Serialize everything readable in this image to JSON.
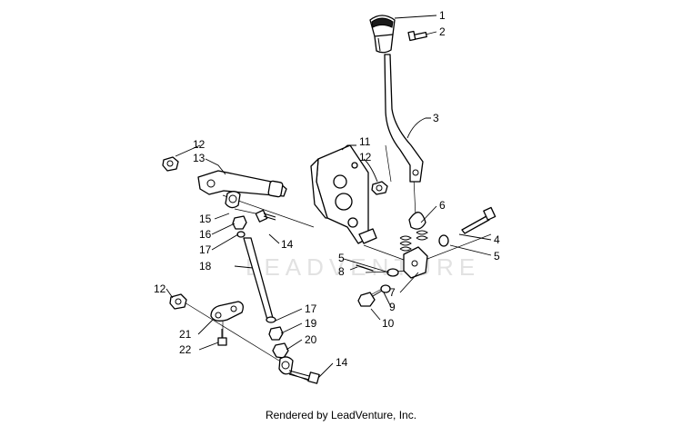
{
  "watermark": "LEADVENTURE",
  "footer": "Rendered by LeadVenture, Inc.",
  "callouts": {
    "c1": "1",
    "c2": "2",
    "c3": "3",
    "c4": "4",
    "c5a": "5",
    "c5b": "5",
    "c6": "6",
    "c7": "7",
    "c8": "8",
    "c9": "9",
    "c10": "10",
    "c11": "11",
    "c12a": "12",
    "c12b": "12",
    "c12c": "12",
    "c13": "13",
    "c14a": "14",
    "c14b": "14",
    "c15": "15",
    "c16": "16",
    "c17a": "17",
    "c17b": "17",
    "c18": "18",
    "c19": "19",
    "c20": "20",
    "c21": "21",
    "c22": "22"
  }
}
